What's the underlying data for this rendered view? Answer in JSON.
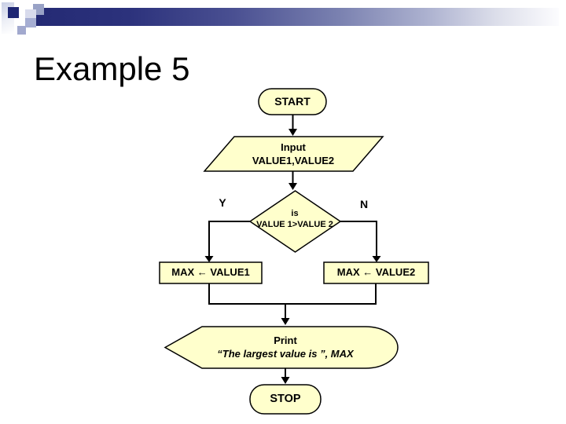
{
  "slide": {
    "title": "Example 5"
  },
  "flowchart": {
    "start": {
      "label": "START"
    },
    "input": {
      "line1": "Input",
      "line2": "VALUE1,VALUE2"
    },
    "decision": {
      "line1": "is",
      "line2": "VALUE 1>VALUE 2",
      "yes_label": "Y",
      "no_label": "N"
    },
    "assign_left": {
      "label": "MAX ← VALUE1"
    },
    "assign_right": {
      "label": "MAX ← VALUE2"
    },
    "print": {
      "line1": "Print",
      "line2": "“The largest value is ”, MAX"
    },
    "stop": {
      "label": "STOP"
    }
  },
  "colors": {
    "shape_fill": "#FFFFCC",
    "shape_border": "#000000",
    "accent_navy": "#242A74"
  }
}
